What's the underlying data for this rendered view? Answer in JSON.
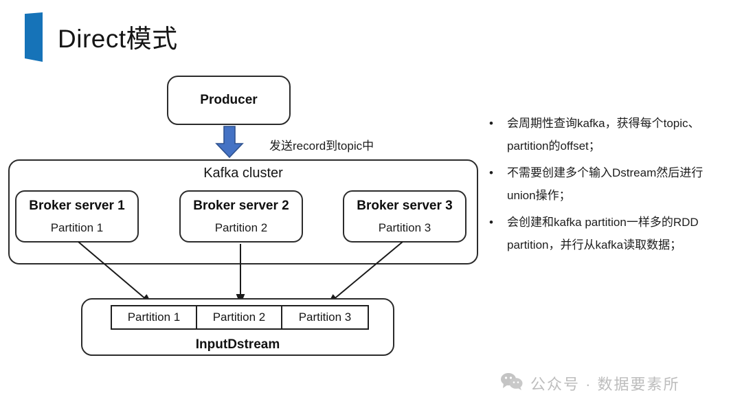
{
  "slide": {
    "title": "Direct模式",
    "accent_color": "#1673b8",
    "arrow_color": "#4472c4"
  },
  "diagram": {
    "producer": {
      "label": "Producer"
    },
    "flow_label": "发送record到topic中",
    "kafka_cluster": {
      "label": "Kafka cluster",
      "brokers": [
        {
          "title": "Broker server 1",
          "partition": "Partition 1"
        },
        {
          "title": "Broker server 2",
          "partition": "Partition 2"
        },
        {
          "title": "Broker server 3",
          "partition": "Partition 3"
        }
      ]
    },
    "input_dstream": {
      "label": "InputDstream",
      "partitions": [
        "Partition 1",
        "Partition 2",
        "Partition 3"
      ]
    }
  },
  "bullets": {
    "marker": "•",
    "items": [
      "会周期性查询kafka，获得每个topic、partition的offset；",
      "不需要创建多个输入Dstream然后进行union操作；",
      "会创建和kafka partition一样多的RDD partition，并行从kafka读取数据；"
    ]
  },
  "watermark": {
    "text": "公众号 · 数据要素所",
    "icon": "wechat-icon",
    "color": "#bdbdbd"
  }
}
